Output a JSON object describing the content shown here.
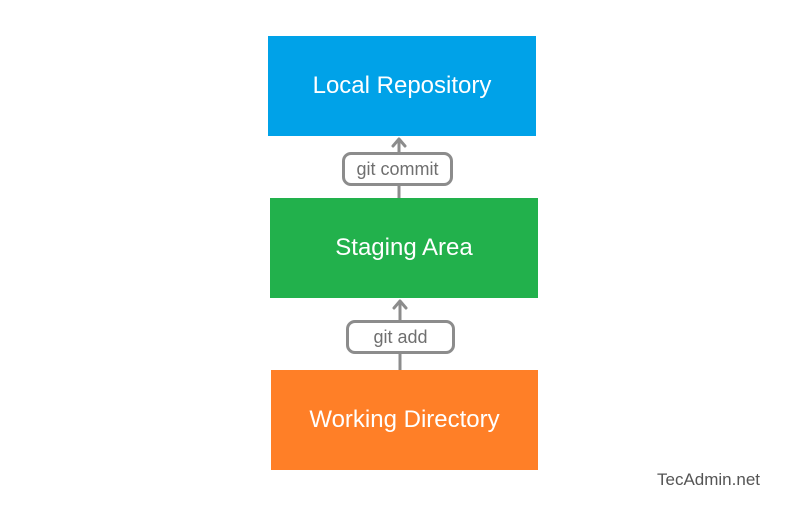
{
  "diagram": {
    "stages": [
      {
        "id": "local",
        "label": "Local Repository",
        "color": "#00a2e8"
      },
      {
        "id": "staging",
        "label": "Staging Area",
        "color": "#22b14c"
      },
      {
        "id": "working",
        "label": "Working Directory",
        "color": "#ff7f27"
      }
    ],
    "transitions": [
      {
        "label": "git commit",
        "from": "Staging Area",
        "to": "Local Repository"
      },
      {
        "label": "git add",
        "from": "Working Directory",
        "to": "Staging Area"
      }
    ],
    "arrow_color": "#8c8c8c"
  },
  "watermark": "TecAdmin.net"
}
